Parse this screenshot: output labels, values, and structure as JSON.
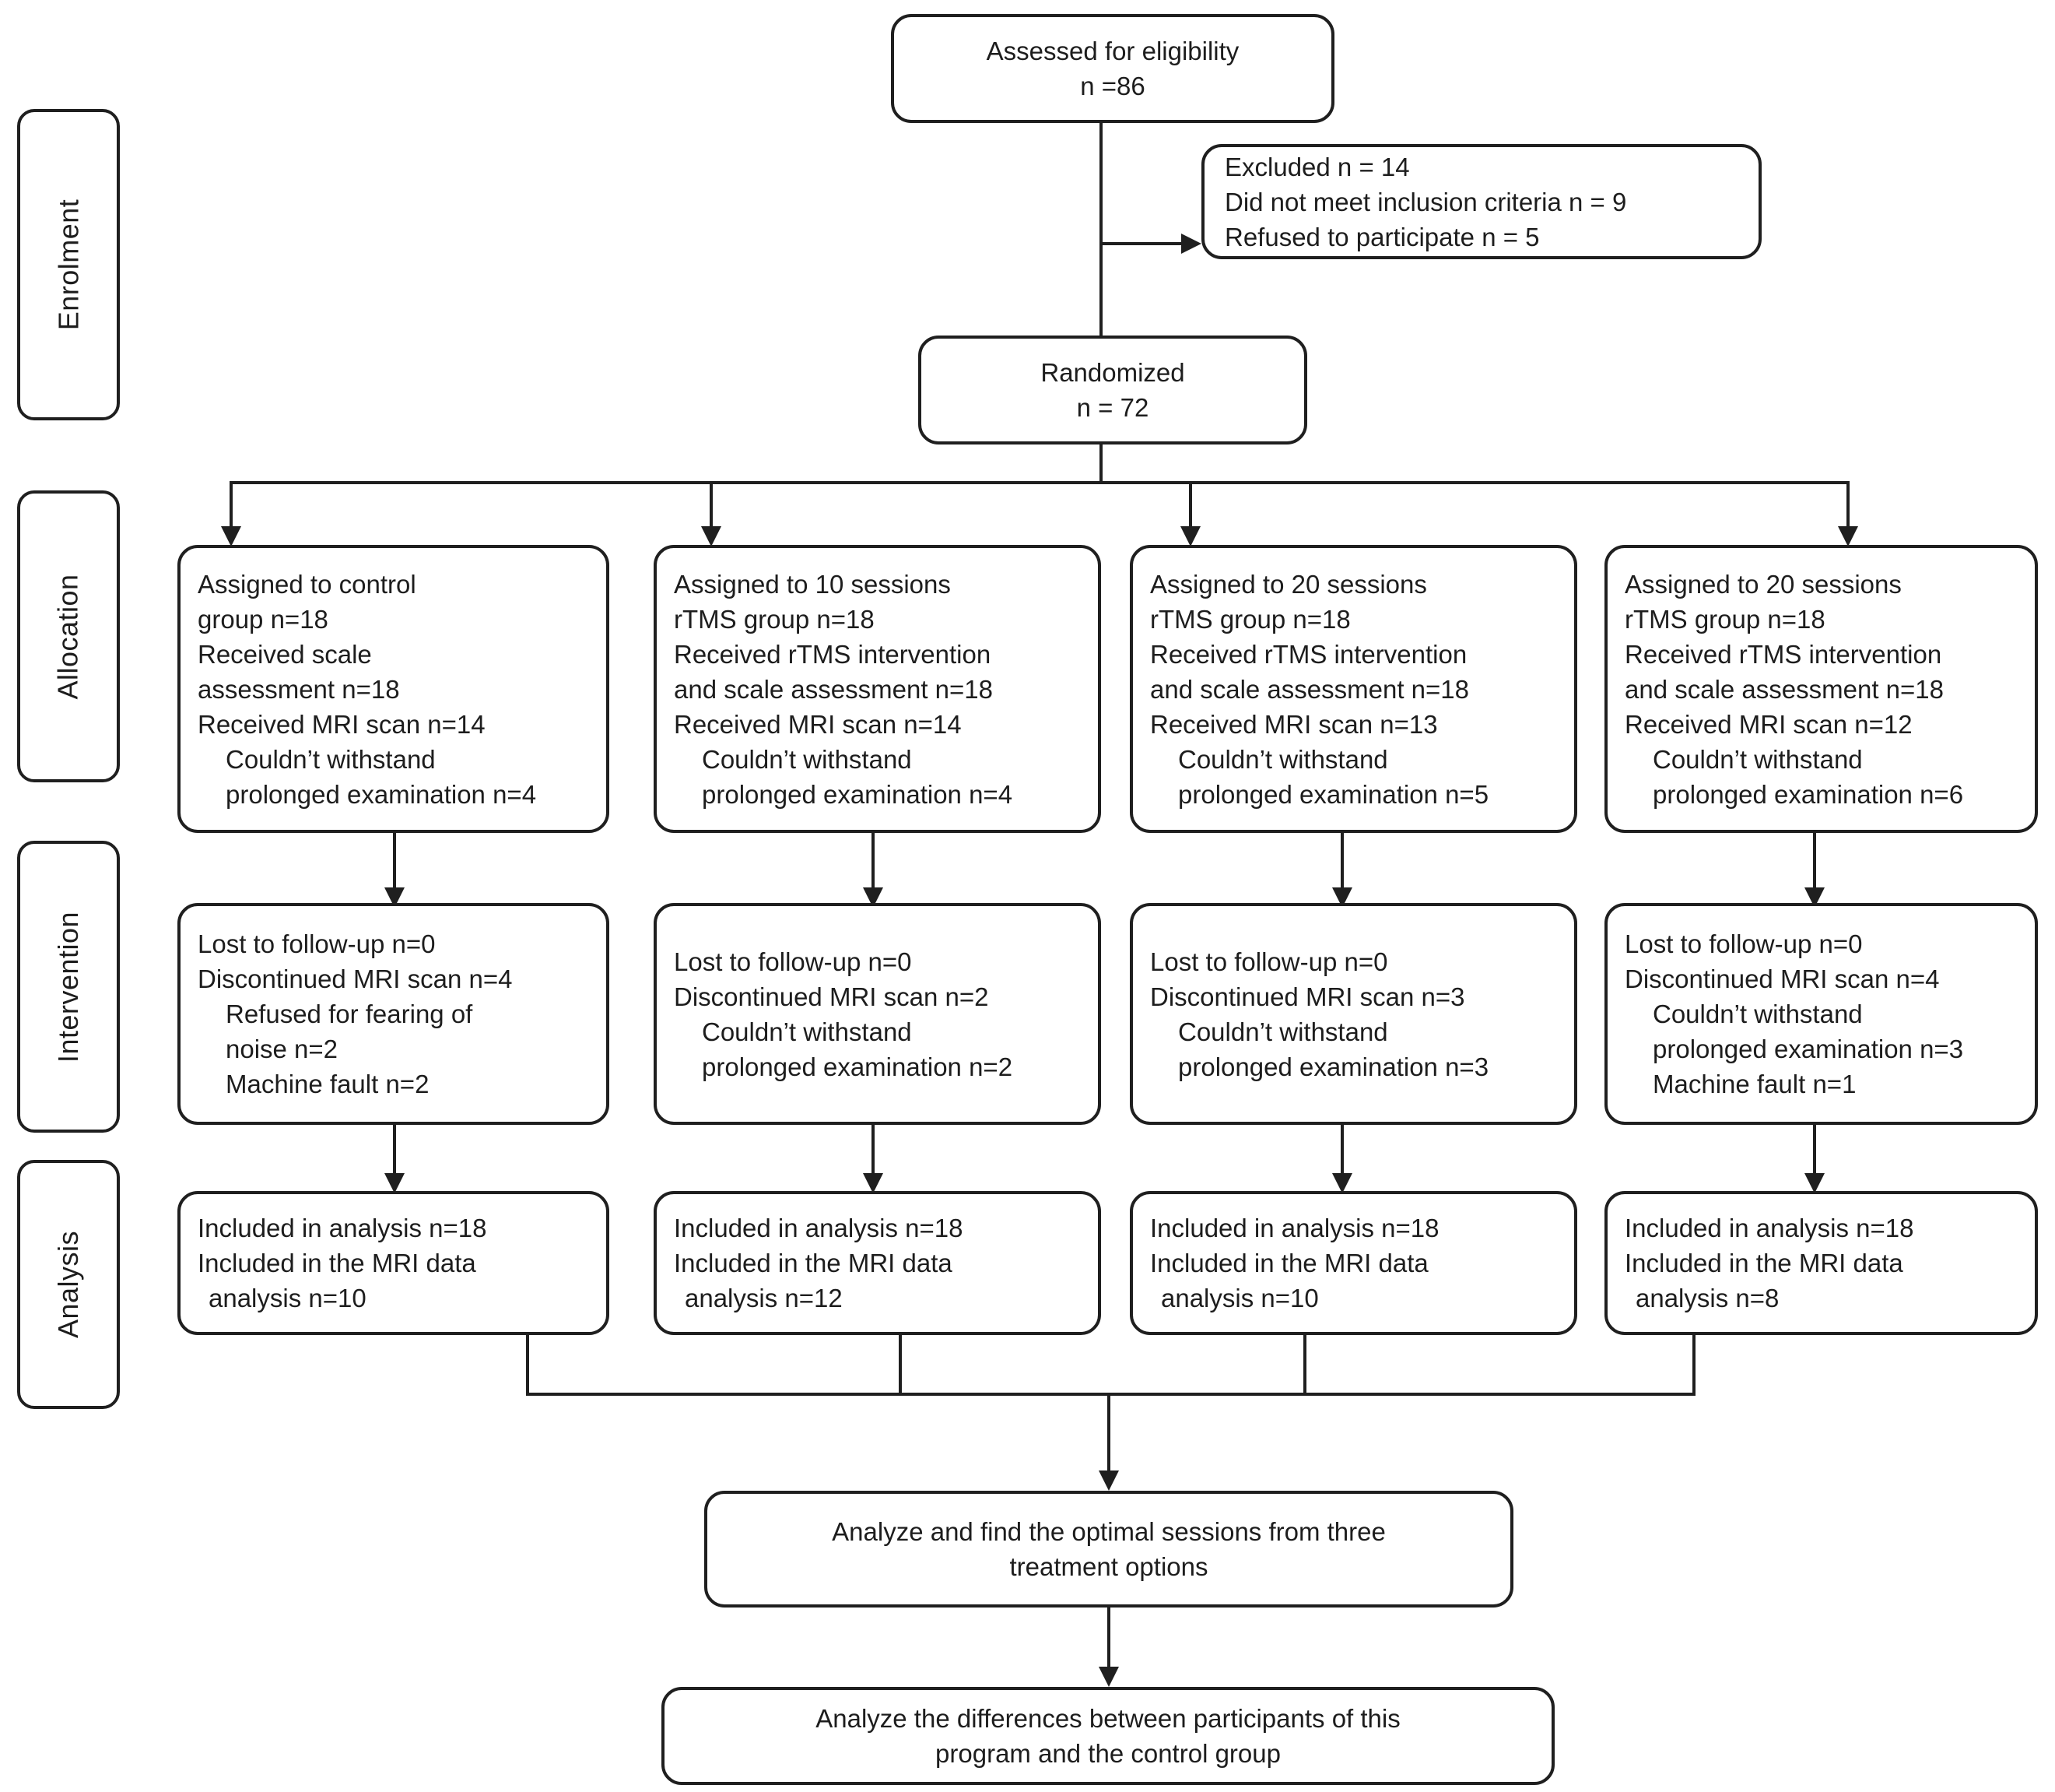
{
  "diagram": {
    "title": "CONSORT participant flow diagram",
    "type": "flowchart",
    "accent_color": "#1f1f1f",
    "background_color": "#ffffff"
  },
  "phases": [
    {
      "id": "enrolment",
      "label": "Enrolment"
    },
    {
      "id": "allocation",
      "label": "Allocation"
    },
    {
      "id": "intervention",
      "label": "Intervention"
    },
    {
      "id": "analysis",
      "label": "Analysis"
    }
  ],
  "enrolment": {
    "assessed": {
      "line1": "Assessed for eligibility",
      "line2": "n =86"
    },
    "excluded": {
      "line1": "Excluded n = 14",
      "line2": "Did not meet inclusion criteria n = 9",
      "line3": "Refused to participate n = 5"
    },
    "randomized": {
      "line1": "Randomized",
      "line2": "n = 72"
    }
  },
  "allocation": {
    "col1": {
      "line1": "Assigned to control",
      "line2": "group n=18",
      "line3": "Received scale",
      "line4": "assessment n=18",
      "line5": "Received MRI scan n=14",
      "line6": "Couldn’t withstand",
      "line7": "prolonged examination n=4"
    },
    "col2": {
      "line1": "Assigned to 10 sessions",
      "line2": "rTMS group n=18",
      "line3": "Received rTMS intervention",
      "line4": "and scale assessment n=18",
      "line5": "Received MRI scan n=14",
      "line6": "Couldn’t withstand",
      "line7": "prolonged examination n=4"
    },
    "col3": {
      "line1": "Assigned to 20 sessions",
      "line2": "rTMS group n=18",
      "line3": "Received rTMS intervention",
      "line4": "and scale assessment n=18",
      "line5": "Received MRI scan n=13",
      "line6": "Couldn’t withstand",
      "line7": "prolonged examination n=5"
    },
    "col4": {
      "line1": "Assigned to 20 sessions",
      "line2": "rTMS group n=18",
      "line3": "Received rTMS intervention",
      "line4": "and scale assessment n=18",
      "line5": "Received MRI scan n=12",
      "line6": "Couldn’t withstand",
      "line7": "prolonged examination n=6"
    }
  },
  "intervention": {
    "col1": {
      "line1": "Lost to follow-up n=0",
      "line2": "Discontinued MRI scan n=4",
      "line3": "Refused for fearing of",
      "line4": "noise n=2",
      "line5": "Machine fault n=2"
    },
    "col2": {
      "line1": "Lost to follow-up n=0",
      "line2": "Discontinued MRI scan n=2",
      "line3": "Couldn’t withstand",
      "line4": "prolonged examination n=2"
    },
    "col3": {
      "line1": "Lost to follow-up n=0",
      "line2": "Discontinued MRI scan n=3",
      "line3": "Couldn’t withstand",
      "line4": "prolonged examination n=3"
    },
    "col4": {
      "line1": "Lost to follow-up n=0",
      "line2": "Discontinued MRI scan n=4",
      "line3": "Couldn’t withstand",
      "line4": "prolonged examination n=3",
      "line5": "Machine fault n=1"
    }
  },
  "analysis": {
    "col1": {
      "line1": "Included in analysis n=18",
      "line2": "Included in the MRI data",
      "line3": "analysis n=10"
    },
    "col2": {
      "line1": "Included in analysis n=18",
      "line2": "Included in the MRI data",
      "line3": "analysis n=12"
    },
    "col3": {
      "line1": "Included in analysis n=18",
      "line2": "Included in the MRI data",
      "line3": "analysis n=10"
    },
    "col4": {
      "line1": "Included in analysis n=18",
      "line2": "Included in the MRI data",
      "line3": "analysis n=8"
    }
  },
  "conclusion": {
    "optimal": {
      "line1": "Analyze and find the optimal sessions from three",
      "line2": "treatment options"
    },
    "differences": {
      "line1": "Analyze the differences between participants of this",
      "line2": "program and the control group"
    }
  }
}
